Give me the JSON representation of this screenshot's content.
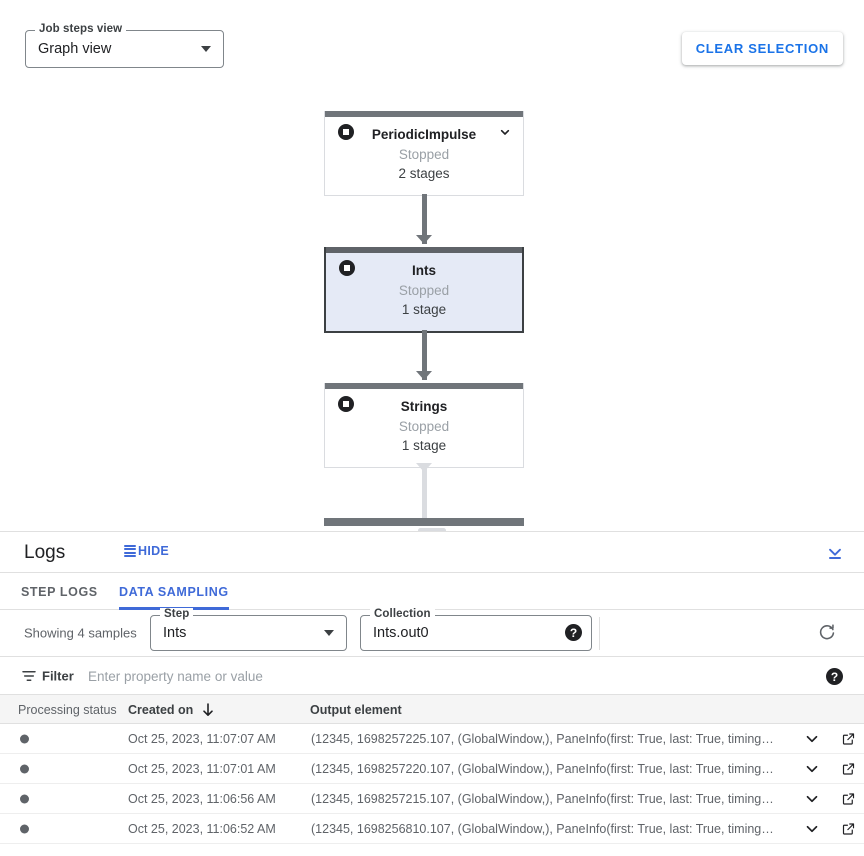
{
  "toolbar": {
    "job_steps_view": {
      "legend": "Job steps view",
      "value": "Graph view",
      "icon": "chevron-down-icon"
    },
    "clear_selection_label": "CLEAR SELECTION"
  },
  "graph": {
    "nodes": [
      {
        "title": "PeriodicImpulse",
        "status": "Stopped",
        "stages": "2 stages",
        "selected": false,
        "has_caret": true,
        "status_icon": "stop-circle-icon"
      },
      {
        "title": "Ints",
        "status": "Stopped",
        "stages": "1 stage",
        "selected": true,
        "has_caret": false,
        "status_icon": "stop-circle-icon"
      },
      {
        "title": "Strings",
        "status": "Stopped",
        "stages": "1 stage",
        "selected": false,
        "has_caret": false,
        "status_icon": "stop-circle-icon"
      }
    ]
  },
  "logs": {
    "title": "Logs",
    "hide_label": "HIDE",
    "hide_icon": "list-lines-icon",
    "collapse_icon": "expand-panel-down-icon",
    "tabs": [
      {
        "label": "STEP LOGS",
        "active": false
      },
      {
        "label": "DATA SAMPLING",
        "active": true
      }
    ],
    "sampling": {
      "showing_text": "Showing 4 samples",
      "step": {
        "legend": "Step",
        "value": "Ints",
        "icon": "chevron-down-icon"
      },
      "collection": {
        "legend": "Collection",
        "value": "Ints.out0",
        "icon": "chevron-down-icon"
      },
      "help_icon": "help-icon",
      "refresh_icon": "refresh-icon"
    },
    "filter": {
      "label": "Filter",
      "placeholder": "Enter property name or value",
      "icon": "filter-icon",
      "help_icon": "help-icon"
    },
    "table": {
      "columns": [
        {
          "id": "processing_status",
          "label": "Processing status"
        },
        {
          "id": "created_on",
          "label": "Created on",
          "sorted": "desc",
          "sort_icon": "arrow-down-icon"
        },
        {
          "id": "output_element",
          "label": "Output element"
        }
      ],
      "rows": [
        {
          "processing_status": "dot",
          "created_on": "Oct 25, 2023, 11:07:07 AM",
          "output_element": "(12345, 1698257225.107, (GlobalWindow,), PaneInfo(first: True, last: True, timing…",
          "expand_icon": "chevron-down-icon",
          "open_icon": "open-in-new-icon"
        },
        {
          "processing_status": "dot",
          "created_on": "Oct 25, 2023, 11:07:01 AM",
          "output_element": "(12345, 1698257220.107, (GlobalWindow,), PaneInfo(first: True, last: True, timing…",
          "expand_icon": "chevron-down-icon",
          "open_icon": "open-in-new-icon"
        },
        {
          "processing_status": "dot",
          "created_on": "Oct 25, 2023, 11:06:56 AM",
          "output_element": "(12345, 1698257215.107, (GlobalWindow,), PaneInfo(first: True, last: True, timing…",
          "expand_icon": "chevron-down-icon",
          "open_icon": "open-in-new-icon"
        },
        {
          "processing_status": "dot",
          "created_on": "Oct 25, 2023, 11:06:52 AM",
          "output_element": "(12345, 1698256810.107, (GlobalWindow,), PaneInfo(first: True, last: True, timing…",
          "expand_icon": "chevron-down-icon",
          "open_icon": "open-in-new-icon"
        }
      ]
    }
  },
  "colors": {
    "accent_blue": "#3f6ad8",
    "link_blue": "#1a73e8",
    "node_bar": "#70757a",
    "node_selected_fill": "#e5eaf6",
    "node_selected_border": "#3c4043",
    "muted_text": "#5f6368"
  }
}
